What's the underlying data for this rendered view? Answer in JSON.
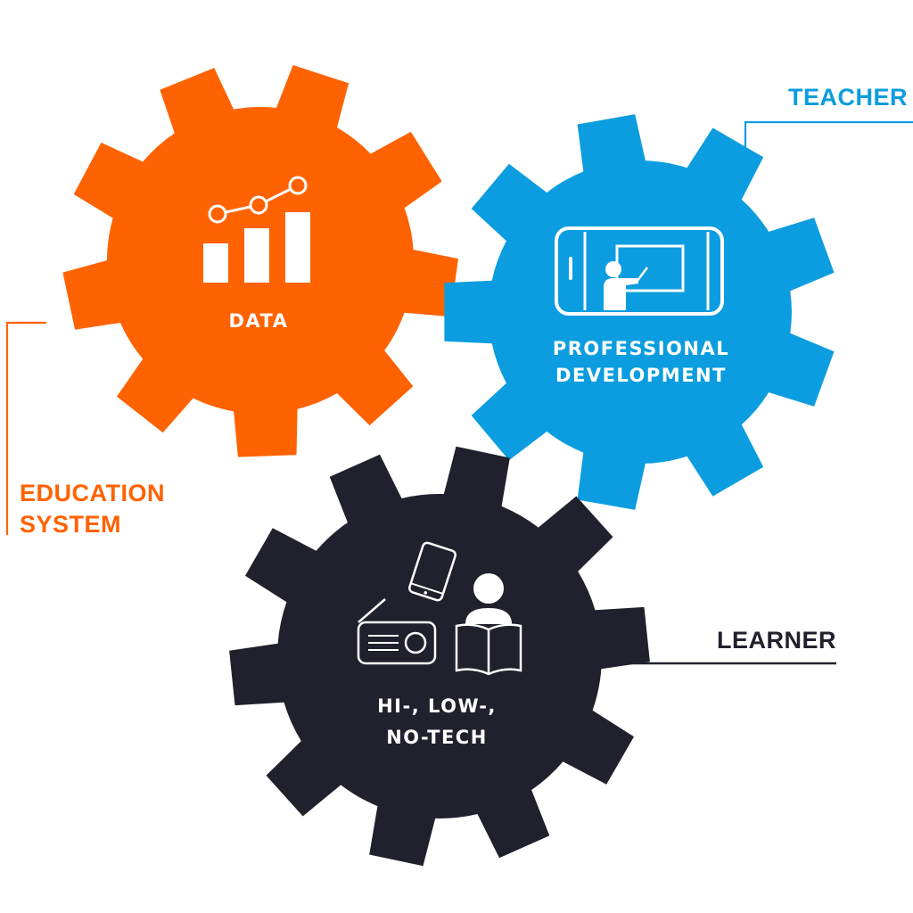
{
  "colors": {
    "orange": "#ff6200",
    "blue": "#0b9ddf",
    "dark": "#21212e",
    "white": "#ffffff"
  },
  "gears": [
    {
      "id": "education",
      "icon": "bar-chart-trend-icon",
      "label_lines": [
        "DATA"
      ],
      "side_label_lines": [
        "EDUCATION",
        "SYSTEM"
      ]
    },
    {
      "id": "teacher",
      "icon": "tablet-presentation-icon",
      "label_lines": [
        "PROFESSIONAL",
        "DEVELOPMENT"
      ],
      "side_label_lines": [
        "TEACHER"
      ]
    },
    {
      "id": "learner",
      "icon": "phone-radio-reader-icon",
      "label_lines": [
        "HI-, LOW-,",
        "NO-TECH"
      ],
      "side_label_lines": [
        "LEARNER"
      ]
    }
  ]
}
